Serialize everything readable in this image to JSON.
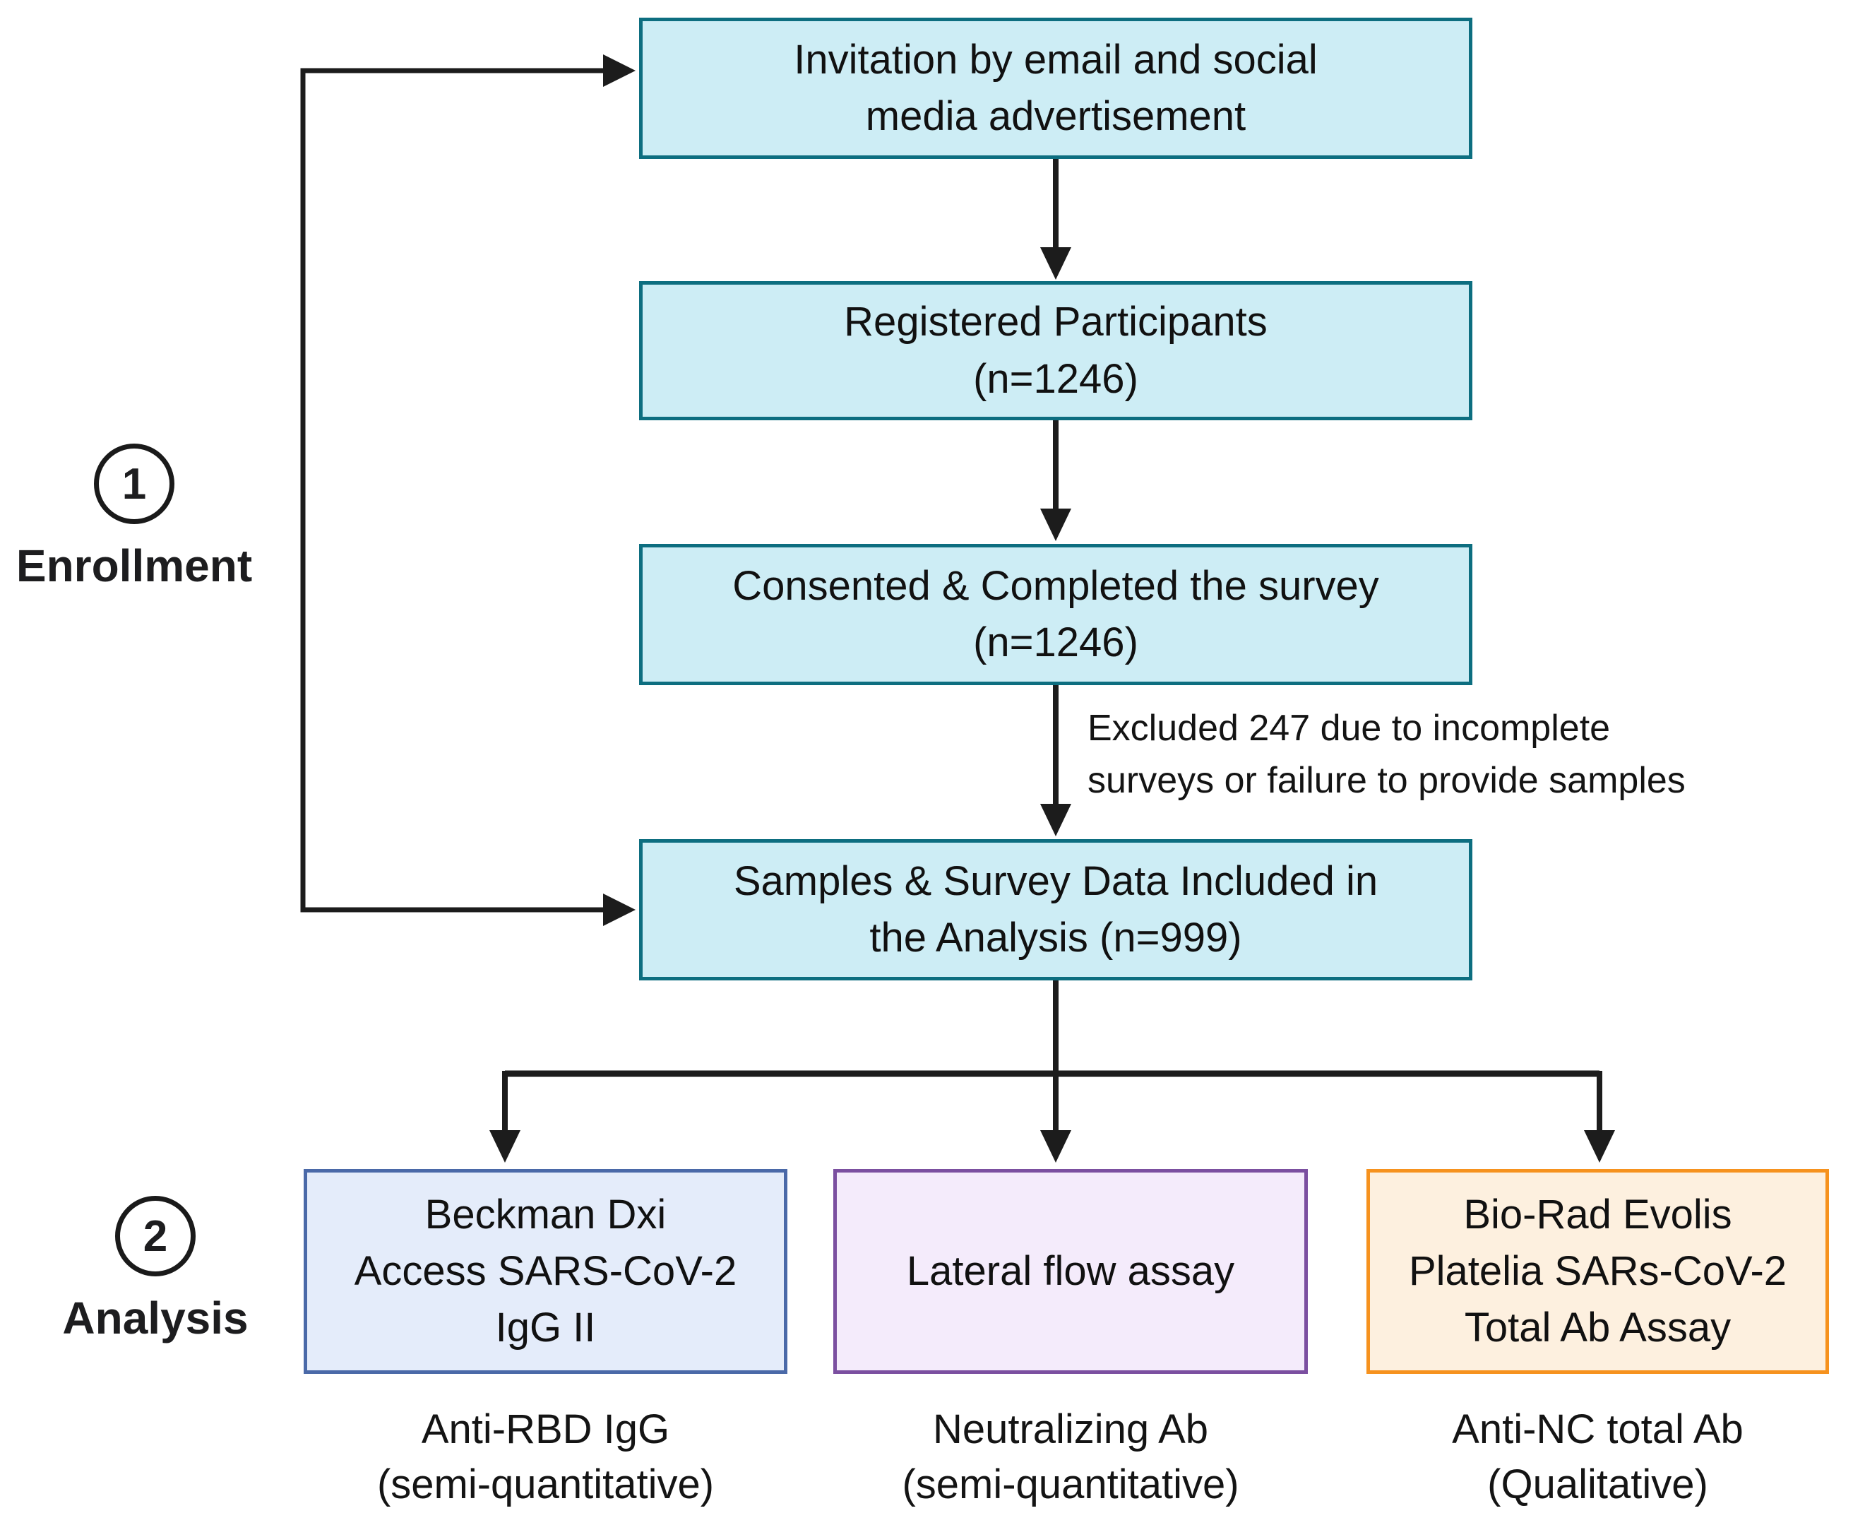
{
  "stages": [
    {
      "number": "1",
      "label": "Enrollment"
    },
    {
      "number": "2",
      "label": "Analysis"
    }
  ],
  "flow_boxes": [
    {
      "id": "invitation",
      "text": "Invitation by email and social\nmedia advertisement"
    },
    {
      "id": "registered",
      "text": "Registered Participants\n(n=1246)"
    },
    {
      "id": "consented",
      "text": "Consented & Completed the survey\n(n=1246)"
    },
    {
      "id": "samples",
      "text": "Samples & Survey Data Included in\nthe Analysis (n=999)"
    }
  ],
  "exclusion_note": "Excluded 247 due to incomplete\nsurveys or failure to provide samples",
  "analysis_boxes": [
    {
      "text": "Beckman Dxi\nAccess SARS-CoV-2\nIgG II",
      "caption": "Anti-RBD IgG\n(semi-quantitative)",
      "fill": "#e4ecfa",
      "border": "#4a69a8"
    },
    {
      "text": "Lateral flow assay",
      "caption": "Neutralizing Ab\n(semi-quantitative)",
      "fill": "#f4ebfb",
      "border": "#7b4fa0"
    },
    {
      "text": "Bio-Rad Evolis\nPlatelia SARs-CoV-2\nTotal Ab Assay",
      "caption": "Anti-NC total Ab\n(Qualitative)",
      "fill": "#fdf0df",
      "border": "#f6921e"
    }
  ],
  "colors": {
    "flow_box_fill": "#cdedf5",
    "flow_box_border": "#0d6e80",
    "connector": "#1c1c1c",
    "text": "#111111"
  }
}
